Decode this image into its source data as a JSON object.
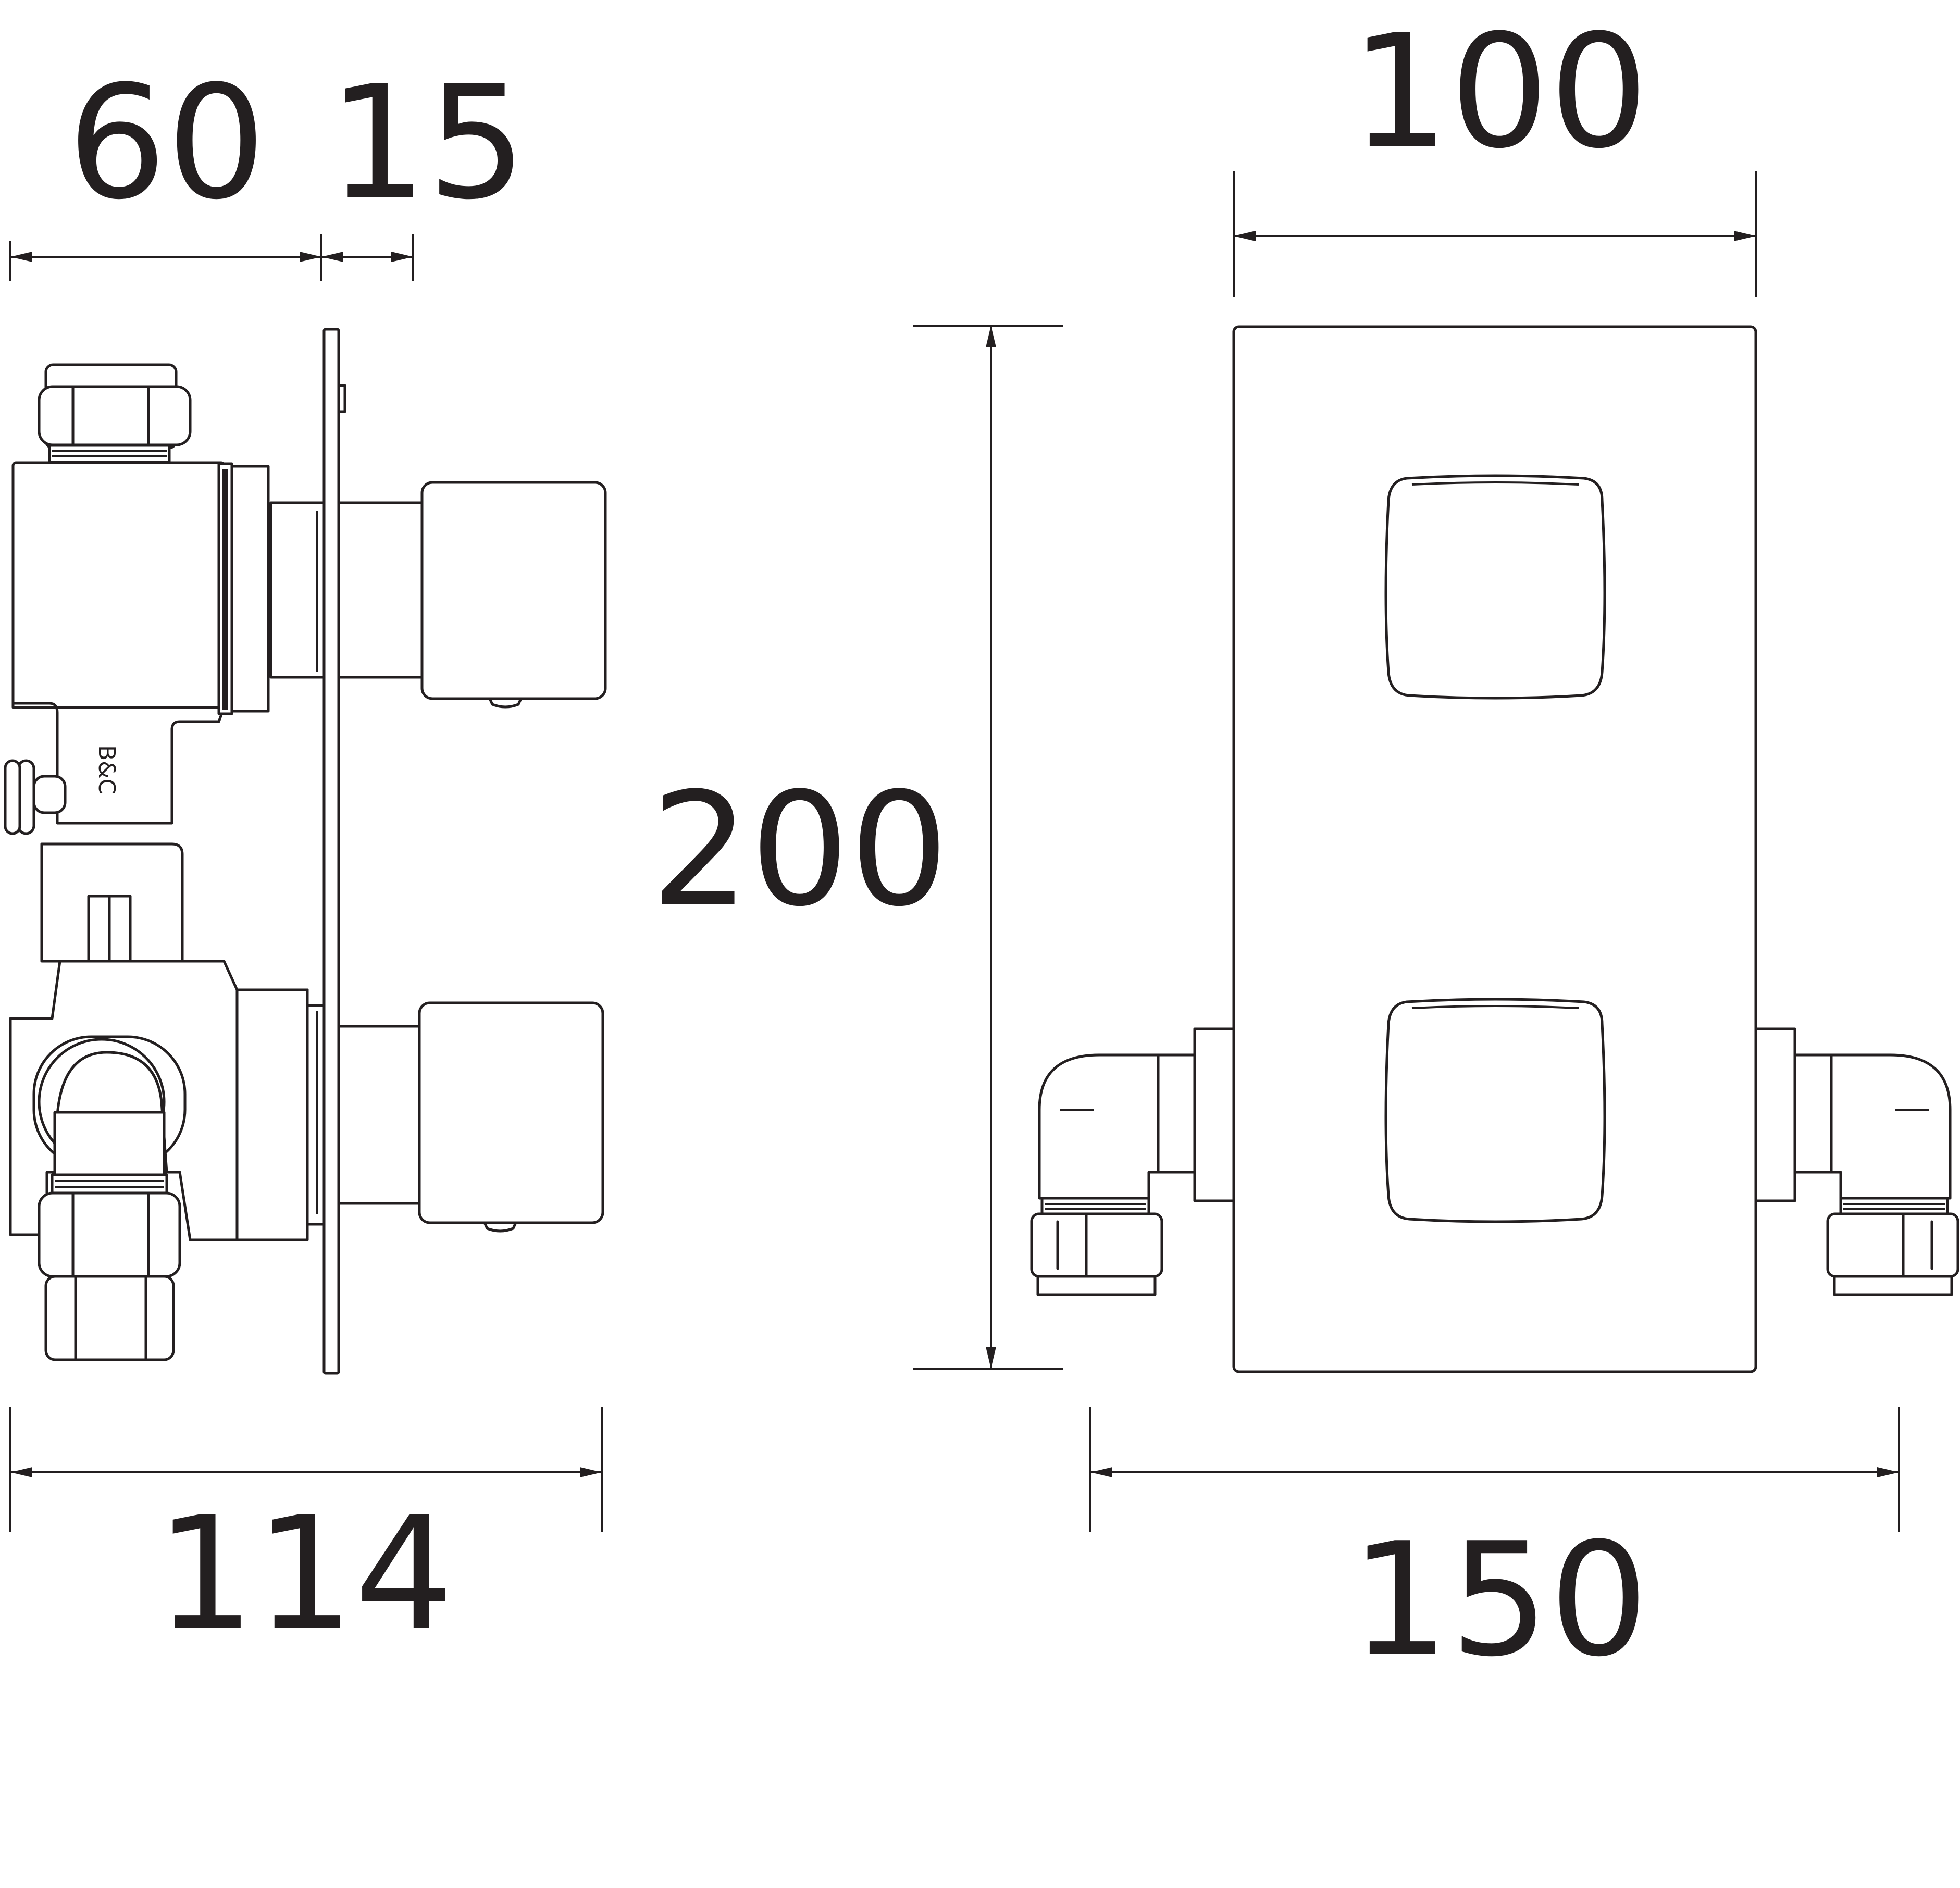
{
  "side_view": {
    "dimensions": {
      "body_depth": "60",
      "plate_depth": "15",
      "overall_depth": "114"
    },
    "maker_mark": "B&C"
  },
  "front_view": {
    "dimensions": {
      "plate_width": "100",
      "plate_height": "200",
      "overall_width": "150"
    }
  }
}
